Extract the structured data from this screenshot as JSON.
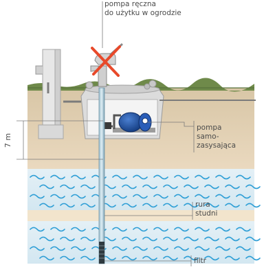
{
  "labels": {
    "hand_pump_line1": "pompa ręczna",
    "hand_pump_line2": "do użytku w ogrodzie",
    "self_priming_line1": "pompa",
    "self_priming_line2": "samo-",
    "self_priming_line3": "zasysająca",
    "well_pipe_line1": "rura",
    "well_pipe_line2": "studni",
    "filter": "filtr",
    "depth": "7 m"
  },
  "colors": {
    "sky": "#ffffff",
    "soil": "#e2d3ba",
    "soil_dark": "#cdb996",
    "grass": "#6f8a4a",
    "water_band": "#dcecf3",
    "water_wave": "#2f9fd6",
    "sand": "#f3e6cf",
    "pipe": "#8fb3c3",
    "pump_blue": "#1f4fa0",
    "cross_red": "#e8492a",
    "concrete": "#dcdcdc"
  },
  "icons": {
    "hand_pump": "hand-pump-icon",
    "pump": "self-priming-pump-icon",
    "cross": "cross-out-icon"
  }
}
